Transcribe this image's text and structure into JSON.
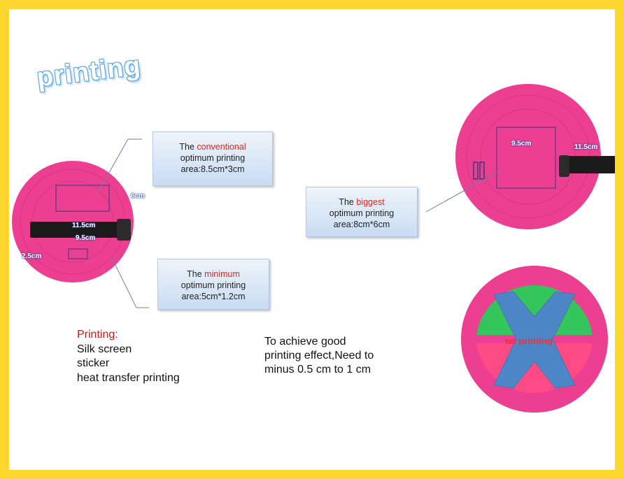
{
  "title": "printing",
  "colors": {
    "border": "#fdd72f",
    "pink": "#ec3f91",
    "accent_red": "#e0241c",
    "label_blue": "#1f3f9f"
  },
  "box_conventional": {
    "prefix": "The",
    "highlight": "conventional",
    "line2": "optimum printing",
    "line3": "area:8.5cm*3cm"
  },
  "box_minimum": {
    "prefix": "The",
    "highlight": "minimum",
    "line2": "optimum printing",
    "line3": "area:5cm*1.2cm"
  },
  "box_biggest": {
    "prefix": "The",
    "highlight": "biggest",
    "line2": "optimum printing",
    "line3": "area:8cm*6cm"
  },
  "dims": {
    "left_height": "6cm",
    "left_strap_width": "11.5cm",
    "left_inner_width": "9.5cm",
    "left_small": "2.5cm",
    "right_width": "9.5cm",
    "right_height": "11.5cm"
  },
  "no_printing_label": "no printing",
  "printing_methods": {
    "heading": "Printing:",
    "items": [
      "Silk screen",
      "sticker",
      "heat transfer printing"
    ]
  },
  "advice": [
    "To achieve good",
    "printing effect,Need to",
    "minus 0.5 cm to 1 cm"
  ]
}
